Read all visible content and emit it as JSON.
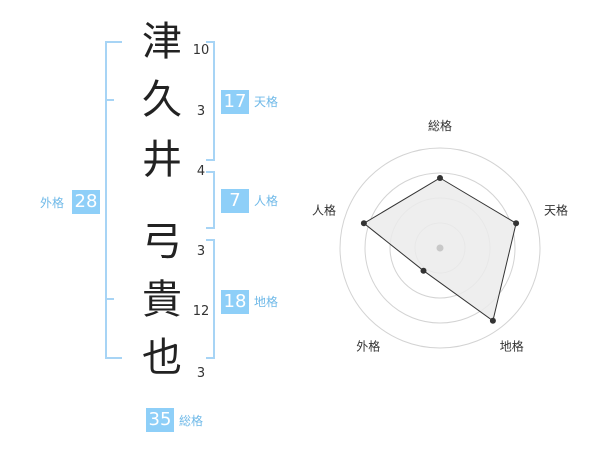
{
  "colors": {
    "accent": "#8ECFF8",
    "label": "#6FB9E8",
    "bracket": "#A7D4F5",
    "text": "#222222",
    "ring": "#D3D3D3",
    "fill": "#EBEBEB",
    "marker": "#333333"
  },
  "name": {
    "chars": [
      {
        "char": "津",
        "strokes": "10"
      },
      {
        "char": "久",
        "strokes": "3"
      },
      {
        "char": "井",
        "strokes": "4"
      },
      {
        "char": "弓",
        "strokes": "3"
      },
      {
        "char": "貴",
        "strokes": "12"
      },
      {
        "char": "也",
        "strokes": "3"
      }
    ]
  },
  "scores": {
    "tenkaku": {
      "value": "17",
      "label": "天格"
    },
    "jinkaku": {
      "value": "7",
      "label": "人格"
    },
    "chikaku": {
      "value": "18",
      "label": "地格"
    },
    "gaikaku": {
      "value": "28",
      "label": "外格"
    },
    "soukaku": {
      "value": "35",
      "label": "総格"
    }
  },
  "chart_data": {
    "type": "radar",
    "axes": [
      "総格",
      "天格",
      "地格",
      "外格",
      "人格"
    ],
    "values": [
      0.7,
      0.8,
      0.9,
      0.28,
      0.8
    ],
    "max": 1,
    "rings": 4,
    "grid": true
  }
}
